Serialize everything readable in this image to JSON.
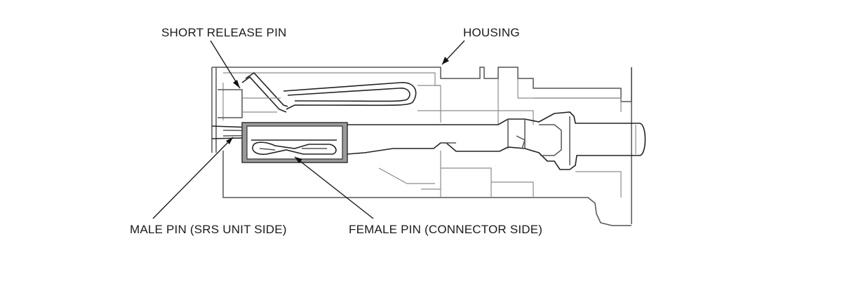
{
  "labels": {
    "short_release_pin": "SHORT RELEASE PIN",
    "housing": "HOUSING",
    "male_pin": "MALE PIN (SRS UNIT SIDE)",
    "female_pin": "FEMALE PIN (CONNECTOR SIDE)"
  },
  "colors": {
    "outline_light": "#8c8c8c",
    "outline_mid": "#555555",
    "outline_dark": "#222222",
    "female_pin_fill": "#9a9a9a",
    "leader_line": "#111111"
  }
}
